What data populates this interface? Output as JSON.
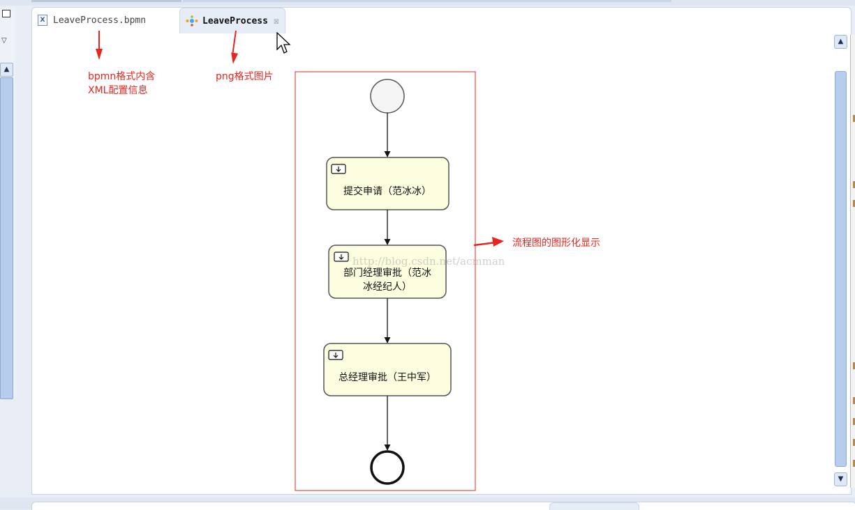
{
  "editor": {
    "tabs": [
      {
        "label": "LeaveProcess.bpmn",
        "icon": "xml-file-icon",
        "active": false
      },
      {
        "label": "LeaveProcess",
        "icon": "process-diagram-icon",
        "active": true,
        "close": "☒"
      }
    ]
  },
  "annotations": {
    "bpmn_line1": "bpmn格式内含",
    "bpmn_line2": "XML配置信息",
    "png": "png格式图片",
    "diagram": "流程图的图形化显示",
    "color": "#e8251e"
  },
  "diagram": {
    "tasks": [
      {
        "lines": [
          "提交申请（范冰冰）"
        ]
      },
      {
        "lines": [
          "部门经理审批（范冰",
          "冰经纪人）"
        ]
      },
      {
        "lines": [
          "总经理审批（王中军）"
        ]
      }
    ],
    "task_fill": "#fdfde0",
    "border_color": "#e8251e"
  },
  "watermark": "http://blog.csdn.net/acmman"
}
